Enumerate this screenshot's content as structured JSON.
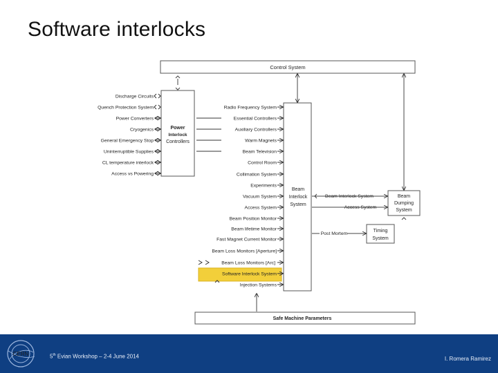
{
  "title": "Software interlocks",
  "nodes": {
    "control_system": "Control System",
    "power_interlock": [
      "Power",
      "Interlock",
      "Controllers"
    ],
    "beam_interlock": [
      "Beam",
      "Interlock",
      "System"
    ],
    "beam_dumping": [
      "Beam",
      "Dumping",
      "System"
    ],
    "timing": [
      "Timing",
      "System"
    ],
    "safe_machine": "Safe Machine Parameters"
  },
  "left_inputs": [
    "Discharge Circuits",
    "Quench Protection System",
    "Power Converters",
    "Cryogenics",
    "General Emergency Stop",
    "Uninterruptible Supplies",
    "CL temperature interlock",
    "Access vs Powering"
  ],
  "right_inputs": [
    "Radio Frequency System",
    "Essential Controllers",
    "Auxiliary Controllers",
    "Warm Magnets",
    "Beam Television",
    "Control Room",
    "Collimation System",
    "Experiments",
    "Vacuum System",
    "Access System",
    "Beam Position Monitor",
    "Beam lifetime Monitor",
    "Fast Magnet Current Monitor",
    "Beam Loss Monitors [Aperture]",
    "Beam Loss Monitors [Arc]",
    "Software Interlock System",
    "Injection Systems"
  ],
  "edge_labels": {
    "bis_to_dump": "Beam Interlock System",
    "access_to_dump": "Access System",
    "post_mortem": "Post Mortem"
  },
  "footer": {
    "workshop_num": "5",
    "workshop_sup": "th",
    "workshop_text": "Evian Workshop – 2-4 June 2014",
    "author": "I. Romera Ramirez",
    "logo_text": "CERN"
  },
  "colors": {
    "footer_bg": "#0f3f82",
    "highlight": "#f2cf3a"
  }
}
